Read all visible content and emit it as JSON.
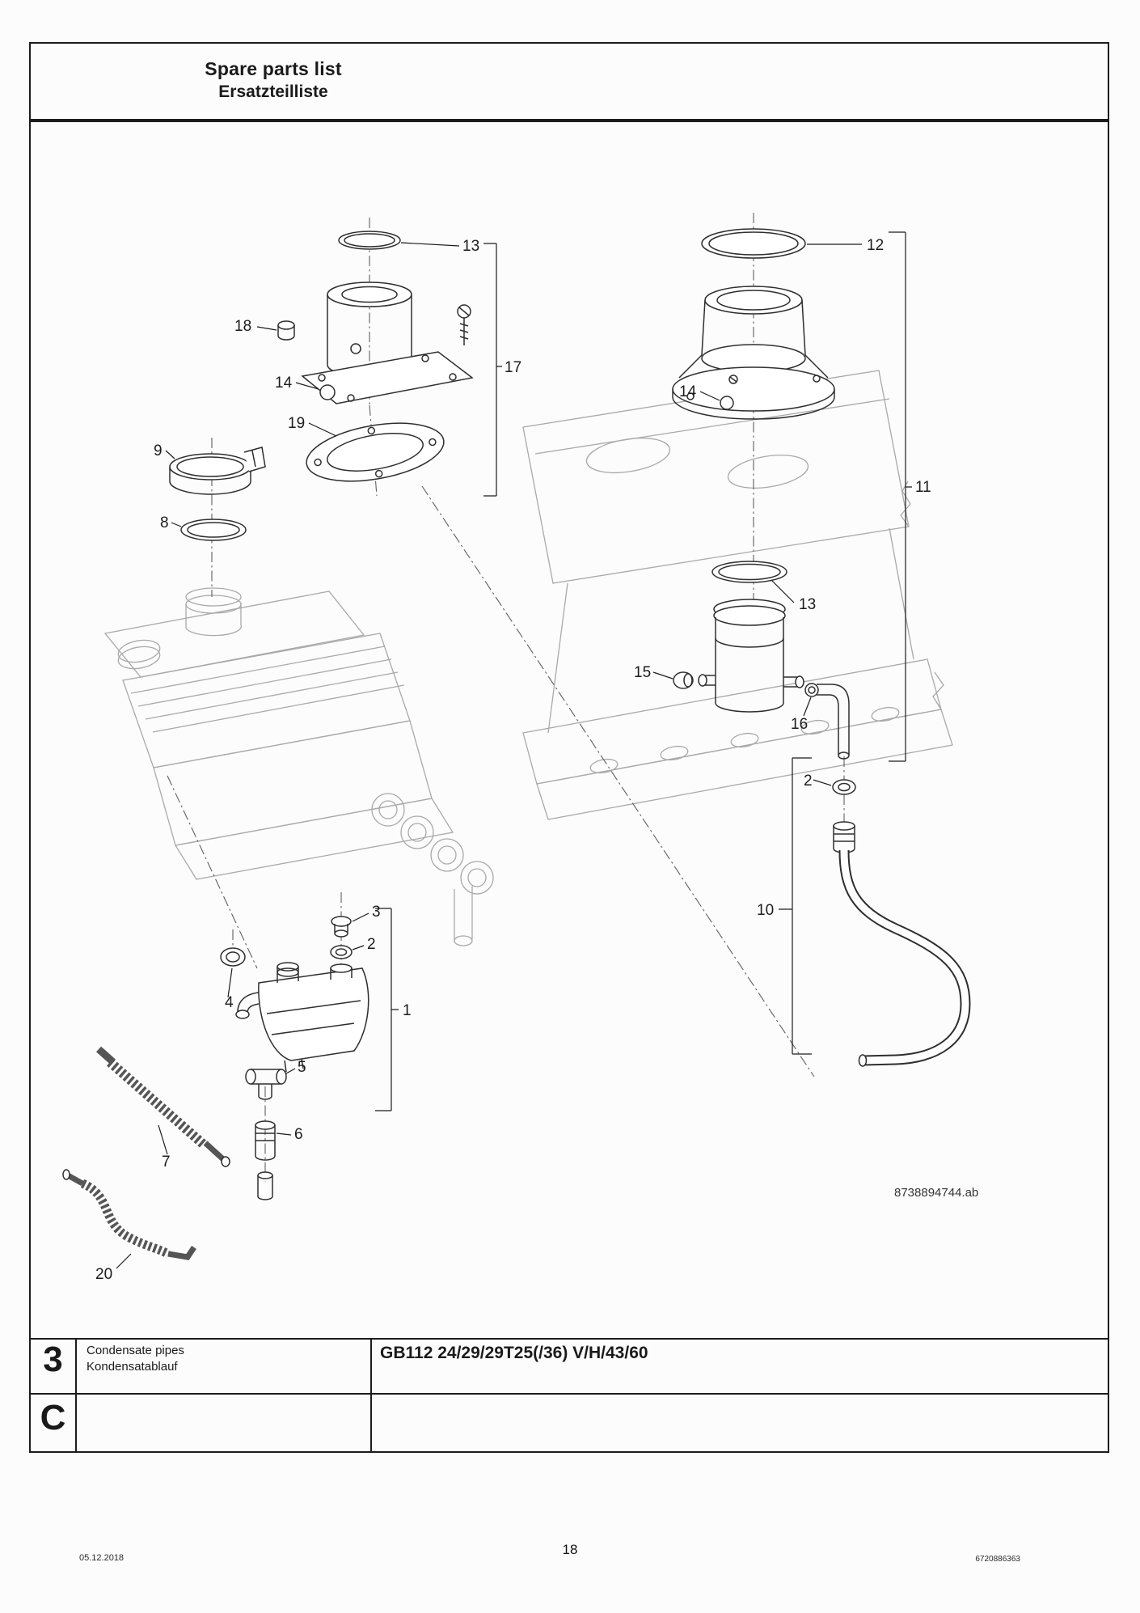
{
  "header": {
    "title_en": "Spare parts list",
    "title_de": "Ersatzteilliste"
  },
  "diagram": {
    "drawing_number": "8738894744.ab",
    "callouts": [
      "13",
      "17",
      "18",
      "14",
      "19",
      "9",
      "8",
      "12",
      "11",
      "14",
      "13",
      "15",
      "16",
      "2",
      "10",
      "3",
      "2",
      "4",
      "1",
      "5",
      "7",
      "6",
      "20"
    ]
  },
  "footer_table": {
    "section_number": "3",
    "section_letter": "C",
    "description_en": "Condensate pipes",
    "description_de": "Kondensatablauf",
    "model": "GB112 24/29/29T25(/36) V/H/43/60"
  },
  "page_footer": {
    "date": "05.12.2018",
    "page_number": "18",
    "doc_number": "6720886363"
  },
  "colors": {
    "ink": "#1c1c1c",
    "part_line": "#2e2e2e",
    "background_line": "#a9a9a9"
  }
}
